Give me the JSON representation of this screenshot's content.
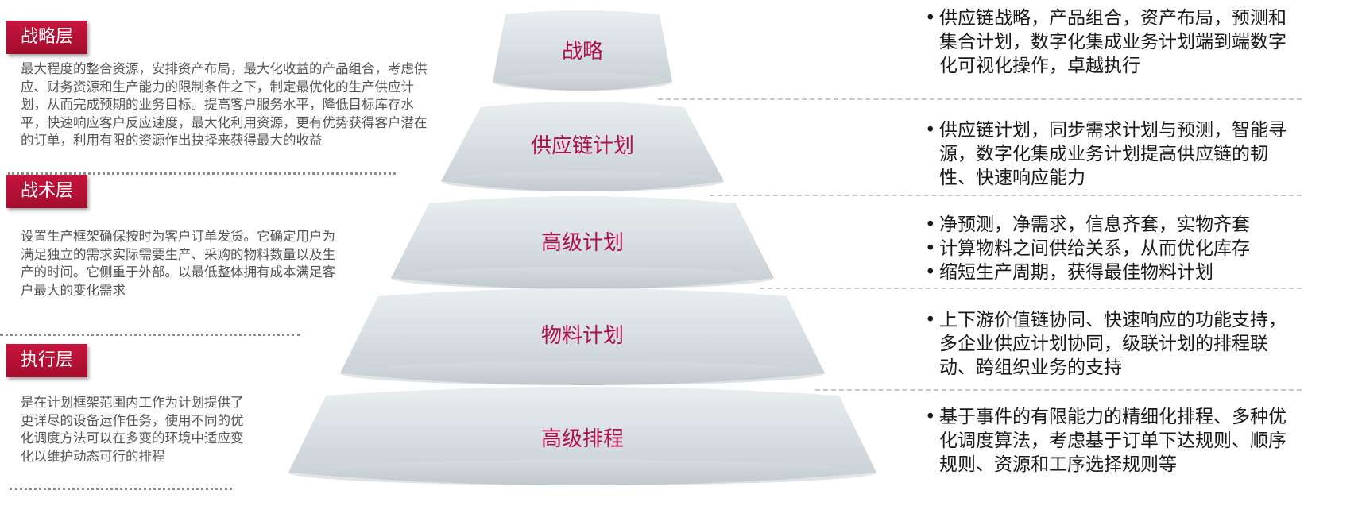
{
  "colors": {
    "badge": "#b8113a",
    "tier_label": "#b0104a",
    "tier_fill_top": "#e9eef0",
    "tier_fill_bottom": "#c6ced3"
  },
  "layers": [
    {
      "badge": "战略层",
      "description": "最大程度的整合资源，安排资产布局，最大化收益的产品组合，考虑供应、财务资源和生产能力的限制条件之下，制定最优化的生产供应计划，从而完成预期的业务目标。提高客户服务水平，降低目标库存水平，快速响应客户反应速度，最大化利用资源，更有优势获得客户潜在的订单，利用有限的资源作出抉择来获得最大的收益"
    },
    {
      "badge": "战术层",
      "description": "设置生产框架确保按时为客户订单发货。它确定用户为满足独立的需求实际需要生产、采购的物料数量以及生产的时间。它侧重于外部。以最低整体拥有成本满足客户最大的变化需求"
    },
    {
      "badge": "执行层",
      "description": "是在计划框架范围内工作为计划提供了更详尽的设备运作任务，使用不同的优化调度方法可以在多变的环境中适应变化以维护动态可行的排程"
    }
  ],
  "tiers": [
    {
      "label": "战略",
      "bullets": [
        "供应链战略，产品组合，资产布局，预测和集合计划，数字化集成业务计划端到端数字化可视化操作，卓越执行"
      ]
    },
    {
      "label": "供应链计划",
      "bullets": [
        "供应链计划，同步需求计划与预测，智能寻源，数字化集成业务计划提高供应链的韧性、快速响应能力"
      ]
    },
    {
      "label": "高级计划",
      "bullets": [
        "净预测，净需求，信息齐套，实物齐套",
        "计算物料之间供给关系，从而优化库存",
        "缩短生产周期，获得最佳物料计划"
      ]
    },
    {
      "label": "物料计划",
      "bullets": [
        "上下游价值链协同、快速响应的功能支持，多企业供应计划协同，级联计划的排程联动、跨组织业务的支持"
      ]
    },
    {
      "label": "高级排程",
      "bullets": [
        "基于事件的有限能力的精细化排程、多种优化调度算法，考虑基于订单下达规则、顺序规则、资源和工序选择规则等"
      ]
    }
  ]
}
